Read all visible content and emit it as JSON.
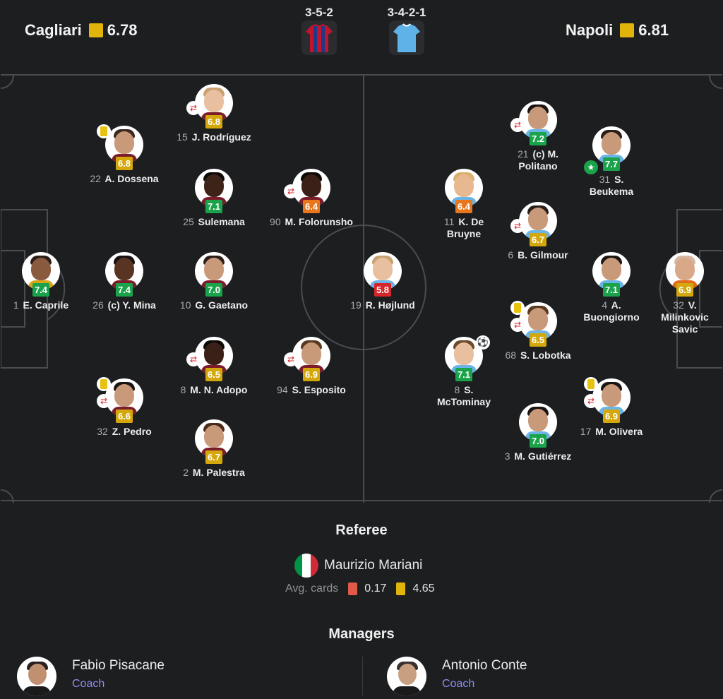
{
  "header": {
    "home": {
      "name": "Cagliari",
      "rating": "6.78",
      "formation": "3-5-2"
    },
    "away": {
      "name": "Napoli",
      "rating": "6.81",
      "formation": "3-4-2-1"
    }
  },
  "colors": {
    "rating_green": "#1ba34c",
    "rating_yellow": "#d4a80c",
    "rating_orange": "#e7761c",
    "rating_red": "#d6262c",
    "home_kit": "#c0152b",
    "away_kit": "#5fb2e8",
    "coach_label": "#8e8cf0"
  },
  "home_players": [
    {
      "num": "1",
      "name": "E. Caprile",
      "rating": "7.4"
    },
    {
      "num": "26",
      "name": "(c) Y. Mina",
      "rating": "7.4"
    },
    {
      "num": "22",
      "name": "A. Dossena",
      "rating": "6.8"
    },
    {
      "num": "32",
      "name": "Z. Pedro",
      "rating": "6.6"
    },
    {
      "num": "15",
      "name": "J. Rodríguez",
      "rating": "6.8"
    },
    {
      "num": "25",
      "name": "Sulemana",
      "rating": "7.1"
    },
    {
      "num": "10",
      "name": "G. Gaetano",
      "rating": "7.0"
    },
    {
      "num": "8",
      "name": "M. N. Adopo",
      "rating": "6.5"
    },
    {
      "num": "2",
      "name": "M. Palestra",
      "rating": "6.7"
    },
    {
      "num": "90",
      "name": "M. Folorunsho",
      "rating": "6.4"
    },
    {
      "num": "94",
      "name": "S. Esposito",
      "rating": "6.9"
    }
  ],
  "away_players": [
    {
      "num": "19",
      "name": "R. Højlund",
      "rating": "5.8"
    },
    {
      "num": "11",
      "name": "K. De Bruyne",
      "rating": "6.4"
    },
    {
      "num": "8",
      "name": "S. McTominay",
      "rating": "7.1"
    },
    {
      "num": "21",
      "name": "(c) M. Politano",
      "rating": "7.2"
    },
    {
      "num": "6",
      "name": "B. Gilmour",
      "rating": "6.7"
    },
    {
      "num": "68",
      "name": "S. Lobotka",
      "rating": "6.5"
    },
    {
      "num": "3",
      "name": "M. Gutiérrez",
      "rating": "7.0"
    },
    {
      "num": "31",
      "name": "S. Beukema",
      "rating": "7.7"
    },
    {
      "num": "4",
      "name": "A. Buongiorno",
      "rating": "7.1"
    },
    {
      "num": "17",
      "name": "M. Olivera",
      "rating": "6.9"
    },
    {
      "num": "32",
      "name": "V. Milinkovic Savic",
      "rating": "6.9"
    }
  ],
  "referee": {
    "title": "Referee",
    "name": "Maurizio Mariani",
    "avg_label": "Avg. cards",
    "red_avg": "0.17",
    "yellow_avg": "4.65"
  },
  "managers": {
    "title": "Managers",
    "home": {
      "name": "Fabio Pisacane",
      "role": "Coach"
    },
    "away": {
      "name": "Antonio Conte",
      "role": "Coach"
    }
  }
}
